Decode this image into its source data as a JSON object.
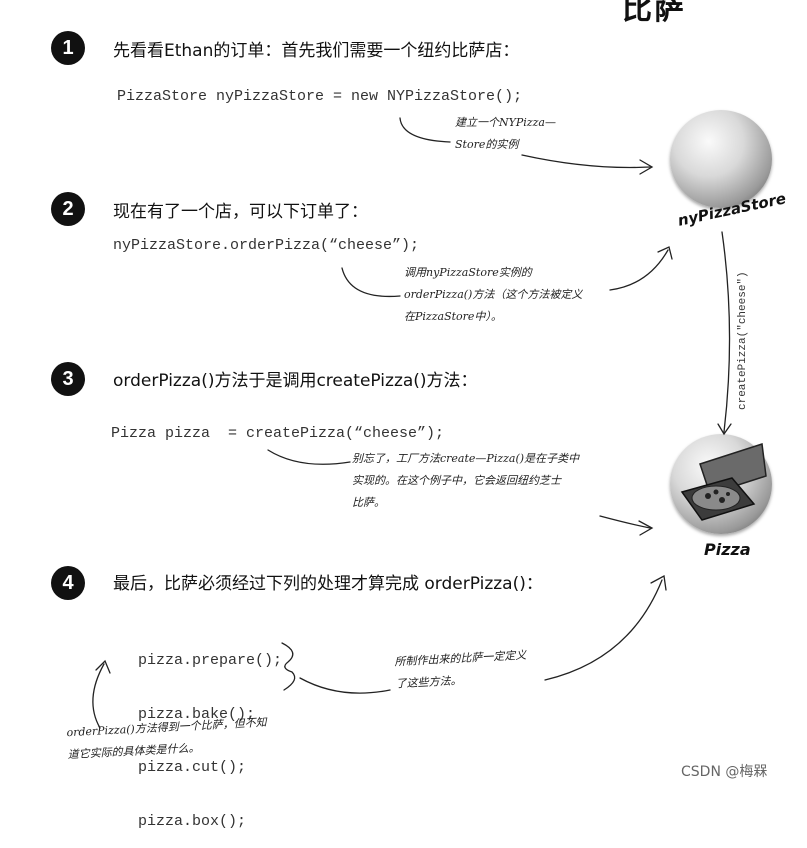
{
  "corner_title": "比萨",
  "steps": [
    {
      "number": "1",
      "heading": "先看看Ethan的订单：首先我们需要一个纽约比萨店：",
      "code": "PizzaStore nyPizzaStore = new NYPizzaStore();",
      "note": [
        "建立一个NYPizza—",
        "Store的实例"
      ]
    },
    {
      "number": "2",
      "heading": "现在有了一个店，可以下订单了：",
      "code": "nyPizzaStore.orderPizza(“cheese”);",
      "note": [
        "调用nyPizzaStore实例的",
        "orderPizza()方法（这个方法被定义",
        "在PizzaStore中）。"
      ]
    },
    {
      "number": "3",
      "heading": "orderPizza()方法于是调用createPizza()方法：",
      "code": "Pizza pizza  = createPizza(“cheese”);",
      "note": [
        "别忘了，工厂方法create—Pizza()是在子类中",
        "实现的。在这个例子中，它会返回纽约芝士",
        "比萨。"
      ]
    },
    {
      "number": "4",
      "heading": "最后，比萨必须经过下列的处理才算完成 orderPizza()：",
      "code_lines": [
        "pizza.prepare();",
        "pizza.bake();",
        "pizza.cut();",
        "pizza.box();"
      ],
      "note": [
        "所制作出来的比萨一定定义",
        "了这些方法。"
      ],
      "note_left": [
        "orderPizza()方法得到一个比萨，但不知",
        "道它实际的具体类是什么。"
      ]
    }
  ],
  "illustrations": {
    "store_label": "nyPizzaStore",
    "vertical_call": "createPizza(\"cheese\")",
    "pizza_label": "Pizza"
  },
  "watermark": "CSDN @梅槑"
}
